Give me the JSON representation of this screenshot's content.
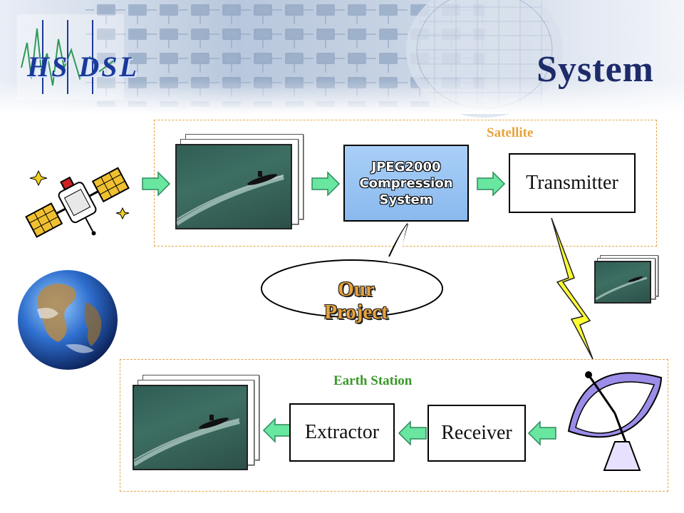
{
  "title": "System",
  "logo": "HS DSL",
  "regions": {
    "satellite_label": "Satellite",
    "earth_label": "Earth Station"
  },
  "blocks": {
    "jpeg_line1": "JPEG2000",
    "jpeg_line2": "Compression",
    "jpeg_line3": "System",
    "transmitter": "Transmitter",
    "receiver": "Receiver",
    "extractor": "Extractor"
  },
  "callout": {
    "line1": "Our",
    "line2": "Project"
  },
  "colors": {
    "title": "#1d2b6a",
    "satellite_label": "#e8a33b",
    "earth_label": "#3a9a2a",
    "region_border": "#e4a64a",
    "arrow_fill": "#69e6a0",
    "callout_text": "#e8a33b",
    "lightning": "#ffff33"
  },
  "icons": [
    "satellite-clipart",
    "earth-globe",
    "satellite-dish-clipart",
    "lightning-bolt",
    "submarine-photo"
  ]
}
